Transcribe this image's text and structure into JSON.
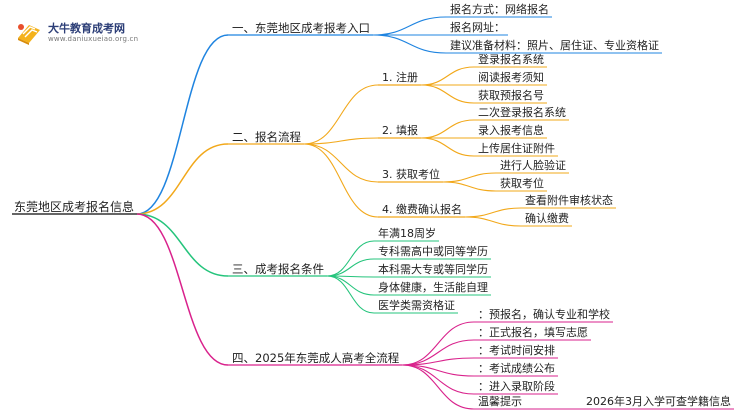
{
  "logo": {
    "title": "大牛教育成考网",
    "url": "www.daniuxueiao.org.cn"
  },
  "colors": {
    "section1": "#1f84e0",
    "section2": "#f2a81a",
    "section3": "#25c47c",
    "section4": "#d9228c",
    "root_line": "#333333"
  },
  "mindmap": {
    "root": "东莞地区成考报名信息",
    "sections": [
      {
        "label": "一、东莞地区成考报考入口",
        "items": [
          {
            "label": "报名方式：网络报名"
          },
          {
            "label": "报名网址："
          },
          {
            "label": "建议准备材料：照片、居住证、专业资格证"
          }
        ]
      },
      {
        "label": "二、报名流程",
        "steps": [
          {
            "label": "1. 注册",
            "items": [
              "登录报名系统",
              "阅读报考须知",
              "获取预报名号"
            ]
          },
          {
            "label": "2. 填报",
            "items": [
              "二次登录报名系统",
              "录入报考信息",
              "上传居住证附件"
            ]
          },
          {
            "label": "3. 获取考位",
            "items": [
              "进行人脸验证",
              "获取考位"
            ]
          },
          {
            "label": "4. 缴费确认报名",
            "items": [
              "查看附件审核状态",
              "确认缴费"
            ]
          }
        ]
      },
      {
        "label": "三、成考报名条件",
        "items": [
          {
            "label": "年满18周岁"
          },
          {
            "label": "专科需高中或同等学历"
          },
          {
            "label": "本科需大专或等同学历"
          },
          {
            "label": "身体健康，生活能自理"
          },
          {
            "label": "医学类需资格证"
          }
        ]
      },
      {
        "label": "四、2025年东莞成人高考全流程",
        "items": [
          {
            "label": "：预报名，确认专业和学校"
          },
          {
            "label": "：正式报名，填写志愿"
          },
          {
            "label": "：考试时间安排"
          },
          {
            "label": "：考试成绩公布"
          },
          {
            "label": "：进入录取阶段"
          },
          {
            "label": "温馨提示",
            "note": "2026年3月入学可查学籍信息"
          }
        ]
      }
    ]
  }
}
